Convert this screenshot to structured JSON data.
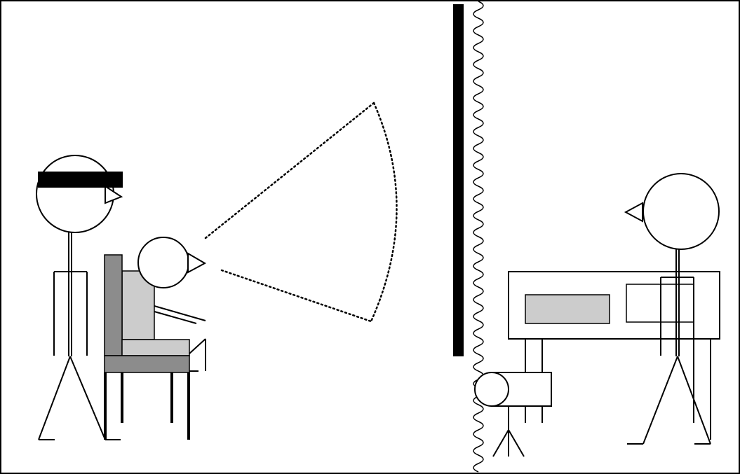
{
  "colors": {
    "background": "#ffffff",
    "line": "#000000",
    "chair_dark": "#8c8c8c",
    "chair_light": "#cccccc",
    "screen_fill": "#cccccc",
    "blindfold": "#000000"
  },
  "scene": {
    "left_room": [
      "blindfolded-standing-person",
      "seated-person",
      "chair",
      "field-of-view-cone"
    ],
    "right_room": [
      "standing-person",
      "desk-with-screen",
      "camera-on-tripod"
    ],
    "separator": [
      "black-wall-bar",
      "wavy-boundary-line"
    ]
  },
  "icons": {
    "eye_left_facing": "triangle-eye-icon",
    "eye_right_facing": "triangle-eye-icon"
  }
}
